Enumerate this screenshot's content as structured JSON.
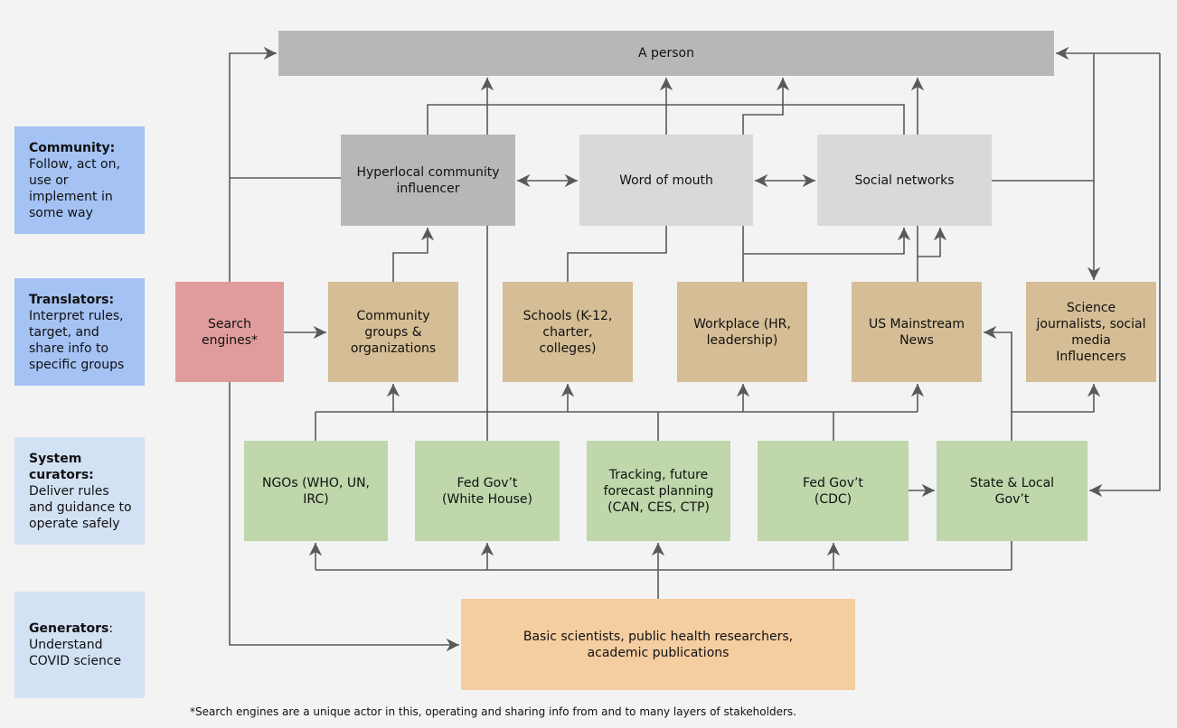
{
  "layers": [
    {
      "title": "Community:",
      "desc": "Follow, act on, use or implement in some way",
      "color": "#a4c2f4"
    },
    {
      "title": "Translators:",
      "desc": "Interpret rules, target, and share info to specific groups",
      "color": "#a4c2f4"
    },
    {
      "title": "System curators:",
      "desc": "Deliver rules and guidance to operate safely",
      "color": "#d3e1f4"
    },
    {
      "title": "Generators",
      "title_suffix": ":",
      "desc": "Understand COVID science",
      "color": "#d3e1f4"
    }
  ],
  "nodes": {
    "person": "A person",
    "hyperlocal": "Hyperlocal community influencer",
    "word_of_mouth": "Word of mouth",
    "social_networks": "Social networks",
    "search_engines": "Search engines*",
    "community_groups": "Community groups & organizations",
    "schools": "Schools (K-12, charter, colleges)",
    "workplace": "Workplace (HR, leadership)",
    "news": "US Mainstream News",
    "science_journalists": "Science journalists, social media Influencers",
    "ngos": "NGOs (WHO, UN, IRC)",
    "fed_wh": "Fed Gov’t (White House)",
    "tracking": "Tracking, future forecast planning (CAN, CES, CTP)",
    "fed_cdc": "Fed Gov’t (CDC)",
    "state_local": "State & Local Gov’t",
    "scientists": "Basic scientists, public health researchers, academic publications"
  },
  "colors": {
    "background": "#f3f3f3",
    "person": "#b7b7b7",
    "hyperlocal": "#b7b7b7",
    "community_layer": "#d9d9d9",
    "search": "#e09c9c",
    "translator": "#d5bd95",
    "curator": "#bfd7ab",
    "generator": "#f4cda0",
    "line": "#595959"
  },
  "footnote": "*Search engines are a unique actor in this, operating and sharing info from and to many layers of stakeholders."
}
